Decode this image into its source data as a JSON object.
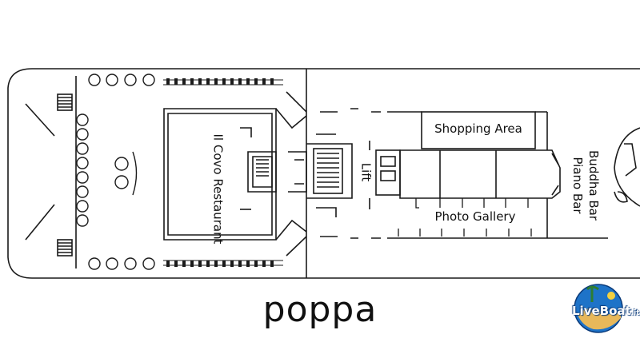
{
  "rooms": {
    "restaurant": "Il Covo Restaurant",
    "lift": "Lift",
    "shopping": "Shopping Area",
    "bar": "Buddha Bar Piano Bar",
    "gallery": "Photo Gallery"
  },
  "stern_label": "poppa",
  "logo": {
    "main": "LiveBoat",
    "suffix": ".it"
  },
  "colors": {
    "line": "#1a1a1a",
    "background": "#ffffff",
    "logo_blue": "#1e73c8",
    "logo_sand": "#e8b85a"
  }
}
